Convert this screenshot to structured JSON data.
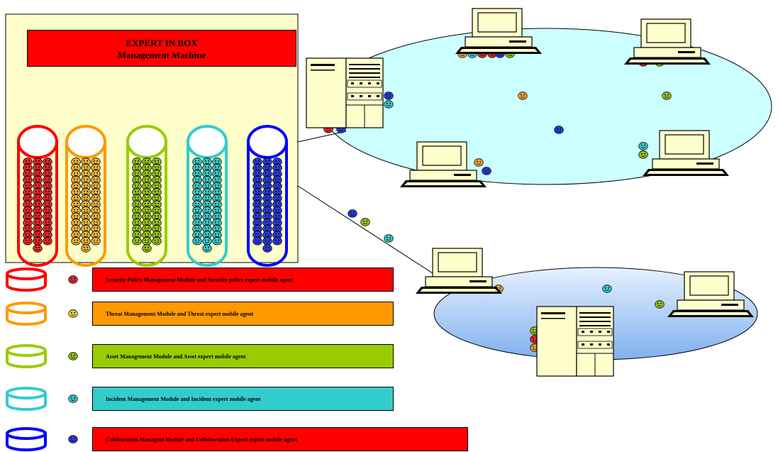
{
  "management_box": {
    "title_line1": "EXPERT IN BOX",
    "title_line2": "Management Machine"
  },
  "agent_colors": {
    "security_policy": "#e8282b",
    "threat": "#f5a031",
    "asset": "#97c21d",
    "incident": "#3cc9cb",
    "collaboration": "#2a3ddd"
  },
  "legend": [
    {
      "key": "security_policy",
      "cylinder_color": "#ff0000",
      "smiley_color": "#e8282b",
      "bar_color": "#ff0000",
      "label": "Security Policy Management Module and Security policy expert mobile agent"
    },
    {
      "key": "threat",
      "cylinder_color": "#ff9900",
      "smiley_color": "#e8d33a",
      "bar_color": "#ff9900",
      "label": "Threat Management Module and Threat expert mobile agent"
    },
    {
      "key": "asset",
      "cylinder_color": "#99cc00",
      "smiley_color": "#97c21d",
      "bar_color": "#99cc00",
      "label": "Asset Management Module and Asset expert mobile agent"
    },
    {
      "key": "incident",
      "cylinder_color": "#33cccc",
      "smiley_color": "#3cc9cb",
      "bar_color": "#33cccc",
      "label": "Incident Management Module and Incident expert mobile agent"
    },
    {
      "key": "collaboration",
      "cylinder_color": "#0000ff",
      "smiley_color": "#2a3ddd",
      "bar_color": "#ff0000",
      "label": "Coloboration Managent Module and Colloboration Expert expert mobile agent"
    }
  ],
  "networks": [
    {
      "name": "upper-network",
      "fill": "#ccffff"
    },
    {
      "name": "lower-network",
      "fill": "#99ccff"
    }
  ],
  "icons": [
    "desktop-computer-icon",
    "server-tower-icon",
    "smiley-agent-icon",
    "cylinder-database-icon"
  ]
}
